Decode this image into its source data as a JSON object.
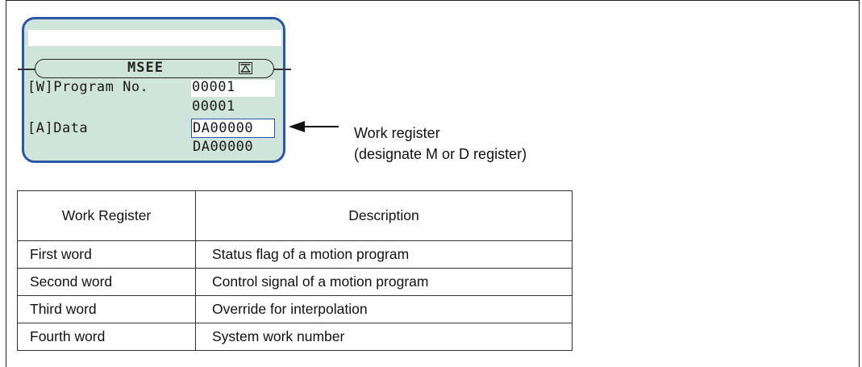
{
  "screen": {
    "title": "MSEE",
    "rows": [
      {
        "label": "[W]Program No.",
        "input_value": "00001",
        "current_value": "00001"
      },
      {
        "label": "[A]Data",
        "input_value": "DA00000",
        "current_value": "DA00000"
      }
    ]
  },
  "annotation": {
    "line1": "Work register",
    "line2": "(designate M or D register)"
  },
  "table": {
    "headers": [
      "Work Register",
      "Description"
    ],
    "rows": [
      [
        "First word",
        "Status flag of a motion program"
      ],
      [
        "Second word",
        "Control signal of a motion program"
      ],
      [
        "Third word",
        "Override for interpolation"
      ],
      [
        "Fourth word",
        "System work number"
      ]
    ]
  },
  "colors": {
    "panel_bg": "#cfe5dc",
    "panel_border": "#2d56a6"
  }
}
